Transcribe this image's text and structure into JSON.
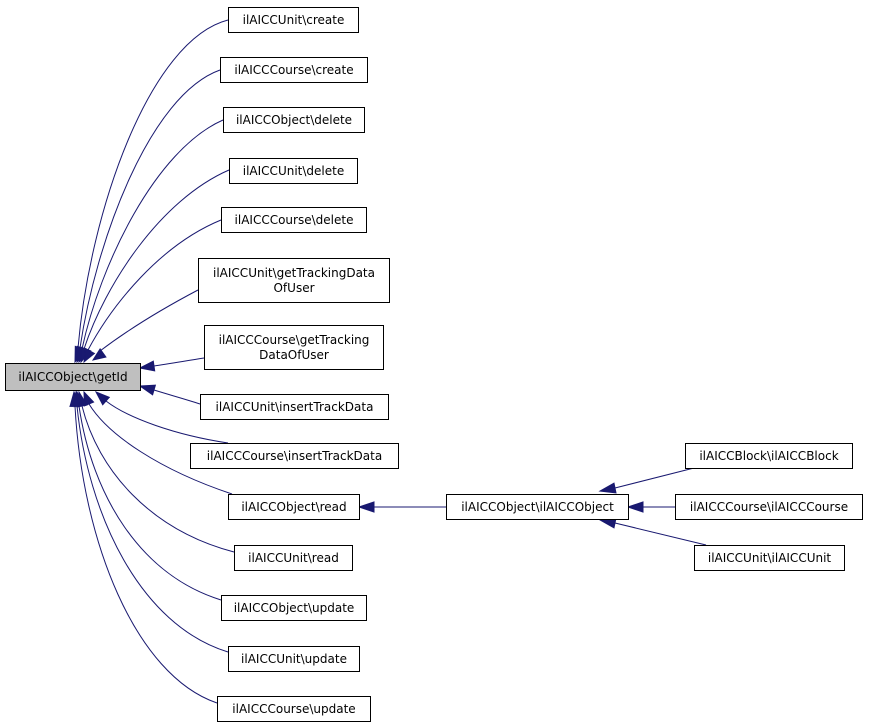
{
  "colors": {
    "edge": "#191970",
    "node_border": "#000000",
    "node_fill": "#ffffff",
    "root_fill": "#bfbfbf"
  },
  "graph": {
    "nodes": {
      "root": {
        "lines": [
          "ilAICCObject\\getId"
        ]
      },
      "unit_create": {
        "lines": [
          "ilAICCUnit\\create"
        ]
      },
      "course_create": {
        "lines": [
          "ilAICCCourse\\create"
        ]
      },
      "object_delete": {
        "lines": [
          "ilAICCObject\\delete"
        ]
      },
      "unit_delete": {
        "lines": [
          "ilAICCUnit\\delete"
        ]
      },
      "course_delete": {
        "lines": [
          "ilAICCCourse\\delete"
        ]
      },
      "unit_gettracking": {
        "lines": [
          "ilAICCUnit\\getTrackingData",
          "OfUser"
        ]
      },
      "course_gettracking": {
        "lines": [
          "ilAICCCourse\\getTracking",
          "DataOfUser"
        ]
      },
      "unit_insert": {
        "lines": [
          "ilAICCUnit\\insertTrackData"
        ]
      },
      "course_insert": {
        "lines": [
          "ilAICCCourse\\insertTrackData"
        ]
      },
      "object_read": {
        "lines": [
          "ilAICCObject\\read"
        ]
      },
      "unit_read": {
        "lines": [
          "ilAICCUnit\\read"
        ]
      },
      "object_update": {
        "lines": [
          "ilAICCObject\\update"
        ]
      },
      "unit_update": {
        "lines": [
          "ilAICCUnit\\update"
        ]
      },
      "course_update": {
        "lines": [
          "ilAICCCourse\\update"
        ]
      },
      "object_ctor": {
        "lines": [
          "ilAICCObject\\ilAICCObject"
        ]
      },
      "block_ctor": {
        "lines": [
          "ilAICCBlock\\ilAICCBlock"
        ]
      },
      "course_ctor": {
        "lines": [
          "ilAICCCourse\\ilAICCCourse"
        ]
      },
      "unit_ctor": {
        "lines": [
          "ilAICCUnit\\ilAICCUnit"
        ]
      }
    },
    "edges": [
      {
        "from": "unit_create",
        "to": "root"
      },
      {
        "from": "course_create",
        "to": "root"
      },
      {
        "from": "object_delete",
        "to": "root"
      },
      {
        "from": "unit_delete",
        "to": "root"
      },
      {
        "from": "course_delete",
        "to": "root"
      },
      {
        "from": "unit_gettracking",
        "to": "root"
      },
      {
        "from": "course_gettracking",
        "to": "root"
      },
      {
        "from": "unit_insert",
        "to": "root"
      },
      {
        "from": "course_insert",
        "to": "root"
      },
      {
        "from": "object_read",
        "to": "root"
      },
      {
        "from": "unit_read",
        "to": "root"
      },
      {
        "from": "object_update",
        "to": "root"
      },
      {
        "from": "unit_update",
        "to": "root"
      },
      {
        "from": "course_update",
        "to": "root"
      },
      {
        "from": "object_ctor",
        "to": "object_read"
      },
      {
        "from": "block_ctor",
        "to": "object_ctor"
      },
      {
        "from": "course_ctor",
        "to": "object_ctor"
      },
      {
        "from": "unit_ctor",
        "to": "object_ctor"
      }
    ]
  }
}
